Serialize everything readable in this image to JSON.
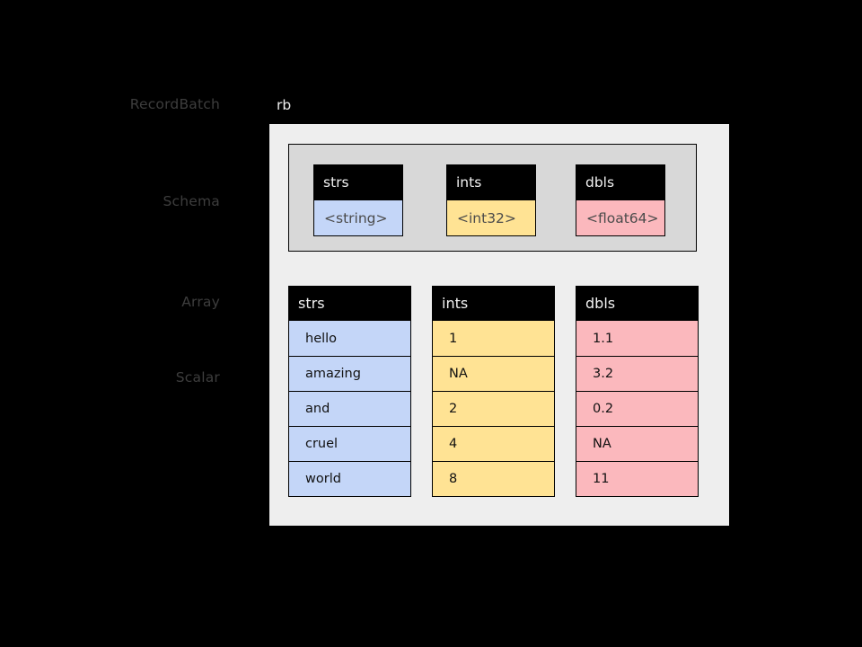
{
  "canvas": {
    "background": "#000000"
  },
  "annotations": {
    "labels": [
      {
        "id": "recordbatch",
        "text": "RecordBatch"
      },
      {
        "id": "schema",
        "text": "Schema"
      },
      {
        "id": "array",
        "text": "Array"
      },
      {
        "id": "scalar",
        "text": "Scalar"
      }
    ],
    "label_color": "#3d3d3d",
    "arrows": [
      {
        "id": "schema-arrow",
        "points_to": "schema-box"
      },
      {
        "id": "array-arrow",
        "points_to": "array-column-strs-header"
      },
      {
        "id": "scalar-arrow",
        "points_to": "array-cell-strs-1"
      }
    ]
  },
  "recordbatch": {
    "caption": "rb",
    "caption_color": "#efefef",
    "background": "#eeeeee",
    "schema": {
      "background": "#d8d8d8",
      "fields": [
        {
          "name": "strs",
          "type": "<string>",
          "color": "#c4d6f8"
        },
        {
          "name": "ints",
          "type": "<int32>",
          "color": "#ffe394"
        },
        {
          "name": "dbls",
          "type": "<float64>",
          "color": "#fbb8bd"
        }
      ]
    },
    "arrays": [
      {
        "name": "strs",
        "color": "#c4d6f8",
        "values": [
          "hello",
          "amazing",
          "and",
          "cruel",
          "world"
        ]
      },
      {
        "name": "ints",
        "color": "#ffe394",
        "values": [
          "1",
          "NA",
          "2",
          "4",
          "8"
        ]
      },
      {
        "name": "dbls",
        "color": "#fbb8bd",
        "values": [
          "1.1",
          "3.2",
          "0.2",
          "NA",
          "11"
        ]
      }
    ]
  }
}
